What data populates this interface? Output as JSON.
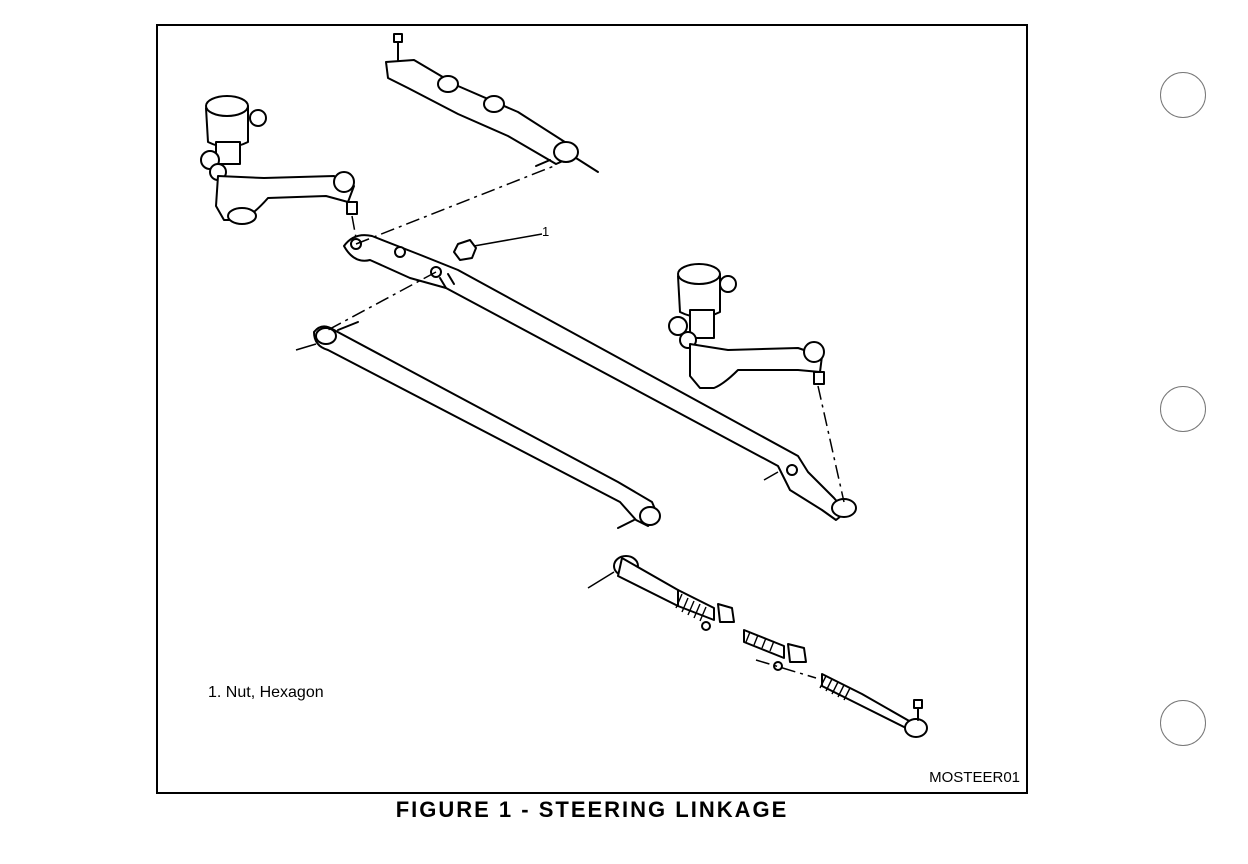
{
  "figure": {
    "caption": "FIGURE 1 - STEERING LINKAGE",
    "code": "MOSTEER01",
    "callouts": [
      {
        "number": "1",
        "legend": "1. Nut, Hexagon"
      }
    ]
  }
}
